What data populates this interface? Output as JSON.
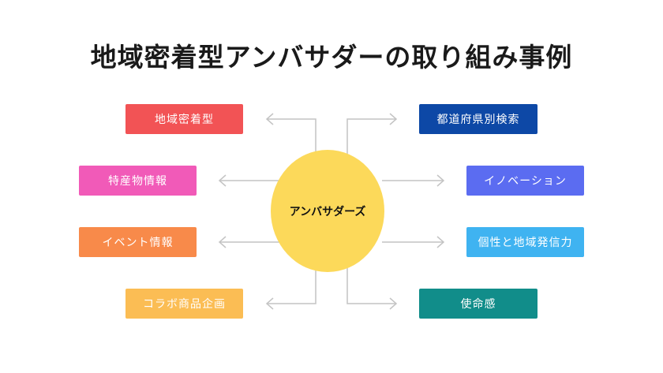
{
  "title": "地域密着型アンバサダーの取り組み事例",
  "center": {
    "label": "アンバサダーズ",
    "color": "#fcd95a"
  },
  "items": [
    {
      "label": "地域密着型",
      "color": "#f25355"
    },
    {
      "label": "特産物情報",
      "color": "#f15ab8"
    },
    {
      "label": "イベント情報",
      "color": "#f88a4a"
    },
    {
      "label": "コラボ商品企画",
      "color": "#fbbd54"
    },
    {
      "label": "都道府県別検索",
      "color": "#0d48a6"
    },
    {
      "label": "イノベーション",
      "color": "#5b6cf1"
    },
    {
      "label": "個性と地域発信力",
      "color": "#3fb3f1"
    },
    {
      "label": "使命感",
      "color": "#118d8a"
    }
  ]
}
